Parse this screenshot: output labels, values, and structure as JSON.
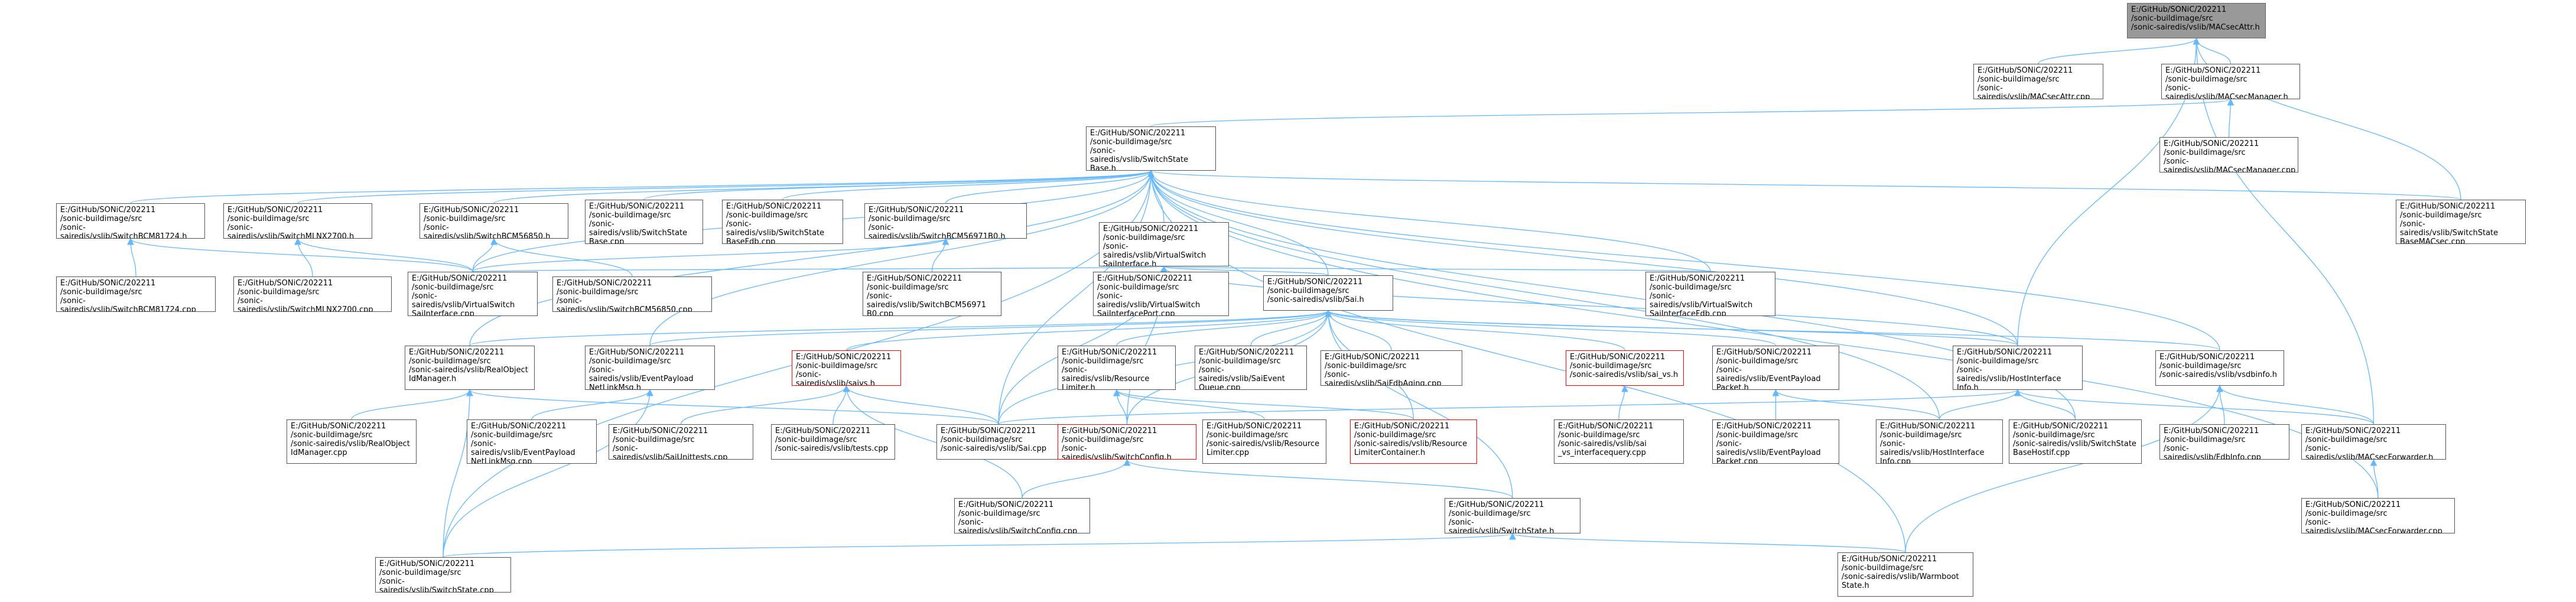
{
  "colors": {
    "edge": "#63b8ff",
    "node_border": "#555555",
    "missing_border": "#ff0000",
    "root_fill": "#999999"
  },
  "nodes": [
    {
      "id": "n_macsecattr_h",
      "label": "E:/GitHub/SONiC/202211\n/sonic-buildimage/src\n/sonic-sairedis/vslib/MACsecAttr.h",
      "style": "root"
    },
    {
      "id": "n_macsecattr_cpp",
      "label": "E:/GitHub/SONiC/202211\n/sonic-buildimage/src\n/sonic-sairedis/vslib/MACsecAttr.cpp",
      "style": "normal"
    },
    {
      "id": "n_macsecmanager_h",
      "label": "E:/GitHub/SONiC/202211\n/sonic-buildimage/src\n/sonic-sairedis/vslib/MACsecManager.h",
      "style": "normal"
    },
    {
      "id": "n_switchstatebase_h",
      "label": "E:/GitHub/SONiC/202211\n/sonic-buildimage/src\n/sonic-sairedis/vslib/SwitchState\nBase.h",
      "style": "normal"
    },
    {
      "id": "n_macsecmanager_cpp",
      "label": "E:/GitHub/SONiC/202211\n/sonic-buildimage/src\n/sonic-sairedis/vslib/MACsecManager.cpp",
      "style": "normal"
    },
    {
      "id": "n_bcm81724_h",
      "label": "E:/GitHub/SONiC/202211\n/sonic-buildimage/src\n/sonic-sairedis/vslib/SwitchBCM81724.h",
      "style": "normal"
    },
    {
      "id": "n_mlnx2700_h",
      "label": "E:/GitHub/SONiC/202211\n/sonic-buildimage/src\n/sonic-sairedis/vslib/SwitchMLNX2700.h",
      "style": "normal"
    },
    {
      "id": "n_bcm56850_h",
      "label": "E:/GitHub/SONiC/202211\n/sonic-buildimage/src\n/sonic-sairedis/vslib/SwitchBCM56850.h",
      "style": "normal"
    },
    {
      "id": "n_ssbase_cpp",
      "label": "E:/GitHub/SONiC/202211\n/sonic-buildimage/src\n/sonic-sairedis/vslib/SwitchState\nBase.cpp",
      "style": "normal"
    },
    {
      "id": "n_ssbasefdb_cpp",
      "label": "E:/GitHub/SONiC/202211\n/sonic-buildimage/src\n/sonic-sairedis/vslib/SwitchState\nBaseFdb.cpp",
      "style": "normal"
    },
    {
      "id": "n_bcm56971b0_h",
      "label": "E:/GitHub/SONiC/202211\n/sonic-buildimage/src\n/sonic-sairedis/vslib/SwitchBCM56971B0.h",
      "style": "normal"
    },
    {
      "id": "n_vsai_h",
      "label": "E:/GitHub/SONiC/202211\n/sonic-buildimage/src\n/sonic-sairedis/vslib/VirtualSwitch\nSaiInterface.h",
      "style": "normal"
    },
    {
      "id": "n_ssbasemacsec_cpp",
      "label": "E:/GitHub/SONiC/202211\n/sonic-buildimage/src\n/sonic-sairedis/vslib/SwitchState\nBaseMACsec.cpp",
      "style": "normal"
    },
    {
      "id": "n_bcm81724_cpp",
      "label": "E:/GitHub/SONiC/202211\n/sonic-buildimage/src\n/sonic-sairedis/vslib/SwitchBCM81724.cpp",
      "style": "normal"
    },
    {
      "id": "n_mlnx2700_cpp",
      "label": "E:/GitHub/SONiC/202211\n/sonic-buildimage/src\n/sonic-sairedis/vslib/SwitchMLNX2700.cpp",
      "style": "normal"
    },
    {
      "id": "n_vsai_cpp",
      "label": "E:/GitHub/SONiC/202211\n/sonic-buildimage/src\n/sonic-sairedis/vslib/VirtualSwitch\nSaiInterface.cpp",
      "style": "normal"
    },
    {
      "id": "n_bcm56850_cpp",
      "label": "E:/GitHub/SONiC/202211\n/sonic-buildimage/src\n/sonic-sairedis/vslib/SwitchBCM56850.cpp",
      "style": "normal"
    },
    {
      "id": "n_bcm56971b0_cpp",
      "label": "E:/GitHub/SONiC/202211\n/sonic-buildimage/src\n/sonic-sairedis/vslib/SwitchBCM56971\nB0.cpp",
      "style": "normal"
    },
    {
      "id": "n_vsaiport_cpp",
      "label": "E:/GitHub/SONiC/202211\n/sonic-buildimage/src\n/sonic-sairedis/vslib/VirtualSwitch\nSaiInterfacePort.cpp",
      "style": "normal"
    },
    {
      "id": "n_sai_h",
      "label": "E:/GitHub/SONiC/202211\n/sonic-buildimage/src\n/sonic-sairedis/vslib/Sai.h",
      "style": "normal"
    },
    {
      "id": "n_vsaifdb_cpp",
      "label": "E:/GitHub/SONiC/202211\n/sonic-buildimage/src\n/sonic-sairedis/vslib/VirtualSwitch\nSaiInterfaceFdb.cpp",
      "style": "normal"
    },
    {
      "id": "n_realobj_h",
      "label": "E:/GitHub/SONiC/202211\n/sonic-buildimage/src\n/sonic-sairedis/vslib/RealObject\nIdManager.h",
      "style": "normal"
    },
    {
      "id": "n_evnetlink_h",
      "label": "E:/GitHub/SONiC/202211\n/sonic-buildimage/src\n/sonic-sairedis/vslib/EventPayload\nNetLinkMsg.h",
      "style": "normal"
    },
    {
      "id": "n_saivs_h",
      "label": "E:/GitHub/SONiC/202211\n/sonic-buildimage/src\n/sonic-sairedis/vslib/saivs.h",
      "style": "red"
    },
    {
      "id": "n_reslimiter_h",
      "label": "E:/GitHub/SONiC/202211\n/sonic-buildimage/src\n/sonic-sairedis/vslib/Resource\nLimiter.h",
      "style": "normal"
    },
    {
      "id": "n_saievq_cpp",
      "label": "E:/GitHub/SONiC/202211\n/sonic-buildimage/src\n/sonic-sairedis/vslib/SaiEvent\nQueue.cpp",
      "style": "normal"
    },
    {
      "id": "n_saifdbaging_cpp",
      "label": "E:/GitHub/SONiC/202211\n/sonic-buildimage/src\n/sonic-sairedis/vslib/SaiFdbAging.cpp",
      "style": "normal"
    },
    {
      "id": "n_saivs_vs_h",
      "label": "E:/GitHub/SONiC/202211\n/sonic-buildimage/src\n/sonic-sairedis/vslib/sai_vs.h",
      "style": "red"
    },
    {
      "id": "n_evpacket_h",
      "label": "E:/GitHub/SONiC/202211\n/sonic-buildimage/src\n/sonic-sairedis/vslib/EventPayload\nPacket.h",
      "style": "normal"
    },
    {
      "id": "n_hostif_h",
      "label": "E:/GitHub/SONiC/202211\n/sonic-buildimage/src\n/sonic-sairedis/vslib/HostInterface\nInfo.h",
      "style": "normal"
    },
    {
      "id": "n_vsdbinfo_h",
      "label": "E:/GitHub/SONiC/202211\n/sonic-buildimage/src\n/sonic-sairedis/vslib/vsdbinfo.h",
      "style": "normal"
    },
    {
      "id": "n_realobj_cpp",
      "label": "E:/GitHub/SONiC/202211\n/sonic-buildimage/src\n/sonic-sairedis/vslib/RealObject\nIdManager.cpp",
      "style": "normal"
    },
    {
      "id": "n_evnetlink_cpp",
      "label": "E:/GitHub/SONiC/202211\n/sonic-buildimage/src\n/sonic-sairedis/vslib/EventPayload\nNetLinkMsg.cpp",
      "style": "normal"
    },
    {
      "id": "n_saiunittests_cpp",
      "label": "E:/GitHub/SONiC/202211\n/sonic-buildimage/src\n/sonic-sairedis/vslib/SaiUnittests.cpp",
      "style": "normal"
    },
    {
      "id": "n_tests_cpp",
      "label": "E:/GitHub/SONiC/202211\n/sonic-buildimage/src\n/sonic-sairedis/vslib/tests.cpp",
      "style": "normal"
    },
    {
      "id": "n_sai_cpp",
      "label": "E:/GitHub/SONiC/202211\n/sonic-buildimage/src\n/sonic-sairedis/vslib/Sai.cpp",
      "style": "normal"
    },
    {
      "id": "n_switchconfig_h",
      "label": "E:/GitHub/SONiC/202211\n/sonic-buildimage/src\n/sonic-sairedis/vslib/SwitchConfig.h",
      "style": "red"
    },
    {
      "id": "n_reslimiter_cpp",
      "label": "E:/GitHub/SONiC/202211\n/sonic-buildimage/src\n/sonic-sairedis/vslib/Resource\nLimiter.cpp",
      "style": "normal"
    },
    {
      "id": "n_reslimcont_h",
      "label": "E:/GitHub/SONiC/202211\n/sonic-buildimage/src\n/sonic-sairedis/vslib/Resource\nLimiterContainer.h",
      "style": "red"
    },
    {
      "id": "n_saivsif_cpp",
      "label": "E:/GitHub/SONiC/202211\n/sonic-buildimage/src\n/sonic-sairedis/vslib/sai\n_vs_interfacequery.cpp",
      "style": "normal"
    },
    {
      "id": "n_evpacket_cpp",
      "label": "E:/GitHub/SONiC/202211\n/sonic-buildimage/src\n/sonic-sairedis/vslib/EventPayload\nPacket.cpp",
      "style": "normal"
    },
    {
      "id": "n_hostif_cpp",
      "label": "E:/GitHub/SONiC/202211\n/sonic-buildimage/src\n/sonic-sairedis/vslib/HostInterface\nInfo.cpp",
      "style": "normal"
    },
    {
      "id": "n_ssbasehostif_cpp",
      "label": "E:/GitHub/SONiC/202211\n/sonic-buildimage/src\n/sonic-sairedis/vslib/SwitchState\nBaseHostif.cpp",
      "style": "normal"
    },
    {
      "id": "n_fdbinfo_cpp",
      "label": "E:/GitHub/SONiC/202211\n/sonic-buildimage/src\n/sonic-sairedis/vslib/FdbInfo.cpp",
      "style": "normal"
    },
    {
      "id": "n_macsecfwd_h",
      "label": "E:/GitHub/SONiC/202211\n/sonic-buildimage/src\n/sonic-sairedis/vslib/MACsecForwarder.h",
      "style": "normal"
    },
    {
      "id": "n_switchconfig_cpp",
      "label": "E:/GitHub/SONiC/202211\n/sonic-buildimage/src\n/sonic-sairedis/vslib/SwitchConfig.cpp",
      "style": "normal"
    },
    {
      "id": "n_switchstate_h",
      "label": "E:/GitHub/SONiC/202211\n/sonic-buildimage/src\n/sonic-sairedis/vslib/SwitchState.h",
      "style": "normal"
    },
    {
      "id": "n_macsecfwd_cpp",
      "label": "E:/GitHub/SONiC/202211\n/sonic-buildimage/src\n/sonic-sairedis/vslib/MACsecForwarder.cpp",
      "style": "normal"
    },
    {
      "id": "n_switchstate_cpp",
      "label": "E:/GitHub/SONiC/202211\n/sonic-buildimage/src\n/sonic-sairedis/vslib/SwitchState.cpp",
      "style": "normal"
    },
    {
      "id": "n_warmboot_h",
      "label": "E:/GitHub/SONiC/202211\n/sonic-buildimage/src\n/sonic-sairedis/vslib/Warmboot\nState.h",
      "style": "normal"
    }
  ],
  "edges": [
    [
      "n_macsecattr_cpp",
      "n_macsecattr_h"
    ],
    [
      "n_macsecmanager_h",
      "n_macsecattr_h"
    ],
    [
      "n_ssbasemacsec_cpp",
      "n_macsecattr_h"
    ],
    [
      "n_hostif_h",
      "n_macsecattr_h"
    ],
    [
      "n_macsecfwd_h",
      "n_macsecattr_h"
    ],
    [
      "n_switchstatebase_h",
      "n_macsecmanager_h"
    ],
    [
      "n_macsecmanager_cpp",
      "n_macsecmanager_h"
    ],
    [
      "n_bcm81724_h",
      "n_switchstatebase_h"
    ],
    [
      "n_mlnx2700_h",
      "n_switchstatebase_h"
    ],
    [
      "n_bcm56850_h",
      "n_switchstatebase_h"
    ],
    [
      "n_ssbase_cpp",
      "n_switchstatebase_h"
    ],
    [
      "n_ssbasefdb_cpp",
      "n_switchstatebase_h"
    ],
    [
      "n_bcm56971b0_h",
      "n_switchstatebase_h"
    ],
    [
      "n_vsai_h",
      "n_switchstatebase_h"
    ],
    [
      "n_ssbasemacsec_cpp",
      "n_switchstatebase_h"
    ],
    [
      "n_vsai_cpp",
      "n_switchstatebase_h"
    ],
    [
      "n_sai_h",
      "n_switchstatebase_h"
    ],
    [
      "n_vsaifdb_cpp",
      "n_switchstatebase_h"
    ],
    [
      "n_realobj_h",
      "n_switchstatebase_h"
    ],
    [
      "n_evnetlink_h",
      "n_switchstatebase_h"
    ],
    [
      "n_hostif_h",
      "n_switchstatebase_h"
    ],
    [
      "n_vsdbinfo_h",
      "n_switchstatebase_h"
    ],
    [
      "n_sai_cpp",
      "n_switchstatebase_h"
    ],
    [
      "n_hostif_cpp",
      "n_switchstatebase_h"
    ],
    [
      "n_ssbasehostif_cpp",
      "n_switchstatebase_h"
    ],
    [
      "n_macsecfwd_cpp",
      "n_switchstatebase_h"
    ],
    [
      "n_switchstate_cpp",
      "n_switchstatebase_h"
    ],
    [
      "n_warmboot_h",
      "n_switchstatebase_h"
    ],
    [
      "n_bcm81724_cpp",
      "n_bcm81724_h"
    ],
    [
      "n_vsai_cpp",
      "n_bcm81724_h"
    ],
    [
      "n_mlnx2700_cpp",
      "n_mlnx2700_h"
    ],
    [
      "n_vsai_cpp",
      "n_mlnx2700_h"
    ],
    [
      "n_bcm56850_cpp",
      "n_bcm56850_h"
    ],
    [
      "n_vsai_cpp",
      "n_bcm56850_h"
    ],
    [
      "n_bcm56971b0_cpp",
      "n_bcm56971b0_h"
    ],
    [
      "n_vsai_cpp",
      "n_bcm56971b0_h"
    ],
    [
      "n_vsai_cpp",
      "n_vsai_h"
    ],
    [
      "n_vsaiport_cpp",
      "n_vsai_h"
    ],
    [
      "n_sai_h",
      "n_vsai_h"
    ],
    [
      "n_vsaifdb_cpp",
      "n_vsai_h"
    ],
    [
      "n_sai_cpp",
      "n_vsai_h"
    ],
    [
      "n_switchconfig_h",
      "n_vsai_h"
    ],
    [
      "n_hostif_h",
      "n_vsai_h"
    ],
    [
      "n_realobj_h",
      "n_sai_h"
    ],
    [
      "n_evnetlink_h",
      "n_sai_h"
    ],
    [
      "n_saivs_h",
      "n_sai_h"
    ],
    [
      "n_reslimiter_h",
      "n_sai_h"
    ],
    [
      "n_saievq_cpp",
      "n_sai_h"
    ],
    [
      "n_saifdbaging_cpp",
      "n_sai_h"
    ],
    [
      "n_saivs_vs_h",
      "n_sai_h"
    ],
    [
      "n_evpacket_h",
      "n_sai_h"
    ],
    [
      "n_hostif_h",
      "n_sai_h"
    ],
    [
      "n_vsdbinfo_h",
      "n_sai_h"
    ],
    [
      "n_sai_cpp",
      "n_sai_h"
    ],
    [
      "n_switchconfig_h",
      "n_sai_h"
    ],
    [
      "n_reslimcont_h",
      "n_sai_h"
    ],
    [
      "n_switchstate_h",
      "n_sai_h"
    ],
    [
      "n_realobj_cpp",
      "n_realobj_h"
    ],
    [
      "n_sai_cpp",
      "n_realobj_h"
    ],
    [
      "n_switchstate_cpp",
      "n_realobj_h"
    ],
    [
      "n_evnetlink_cpp",
      "n_evnetlink_h"
    ],
    [
      "n_switchstate_cpp",
      "n_evnetlink_h"
    ],
    [
      "n_saiunittests_cpp",
      "n_saivs_h"
    ],
    [
      "n_tests_cpp",
      "n_saivs_h"
    ],
    [
      "n_sai_cpp",
      "n_saivs_h"
    ],
    [
      "n_switchconfig_cpp",
      "n_saivs_h"
    ],
    [
      "n_reslimiter_cpp",
      "n_reslimiter_h"
    ],
    [
      "n_reslimcont_h",
      "n_reslimiter_h"
    ],
    [
      "n_switchconfig_h",
      "n_reslimiter_h"
    ],
    [
      "n_saivsif_cpp",
      "n_saivs_vs_h"
    ],
    [
      "n_evpacket_cpp",
      "n_evpacket_h"
    ],
    [
      "n_hostif_cpp",
      "n_evpacket_h"
    ],
    [
      "n_sai_cpp",
      "n_hostif_h"
    ],
    [
      "n_hostif_cpp",
      "n_hostif_h"
    ],
    [
      "n_ssbasehostif_cpp",
      "n_hostif_h"
    ],
    [
      "n_macsecfwd_h",
      "n_hostif_h"
    ],
    [
      "n_fdbinfo_cpp",
      "n_vsdbinfo_h"
    ],
    [
      "n_macsecfwd_h",
      "n_vsdbinfo_h"
    ],
    [
      "n_warmboot_h",
      "n_vsdbinfo_h"
    ],
    [
      "n_macsecfwd_cpp",
      "n_macsecfwd_h"
    ],
    [
      "n_switchconfig_cpp",
      "n_switchconfig_h"
    ],
    [
      "n_switchstate_h",
      "n_switchconfig_h"
    ],
    [
      "n_switchstate_cpp",
      "n_switchstate_h"
    ],
    [
      "n_warmboot_h",
      "n_switchstate_h"
    ]
  ]
}
